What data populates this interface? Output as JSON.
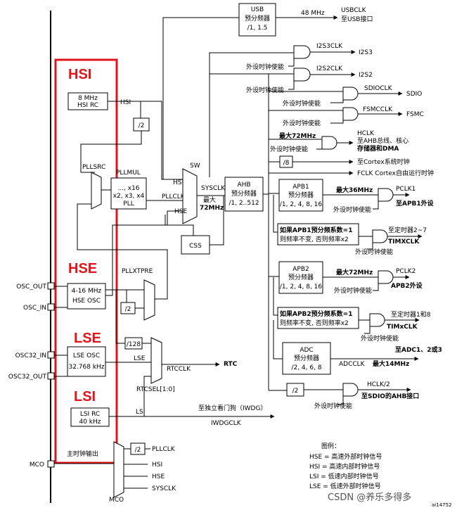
{
  "highlights": {
    "hsi": "HSI",
    "hse": "HSE",
    "lse": "LSE",
    "lsi": "LSI"
  },
  "hsi_rc": {
    "line1": "8 MHz",
    "line2": "HSI RC"
  },
  "hse_osc": {
    "line1": "4-16 MHz",
    "line2": "HSE OSC"
  },
  "lse_osc": {
    "line1": "LSE OSC",
    "line2": "32.768 kHz"
  },
  "lsi_rc": {
    "line1": "LSI RC",
    "line2": "40 kHz"
  },
  "pins": {
    "osc_out": "OSC_OUT",
    "osc_in": "OSC_IN",
    "osc32_in": "OSC32_IN",
    "osc32_out": "OSC32_OUT",
    "mco": "MCO"
  },
  "main_clock_output": "主时钟输出",
  "usb": {
    "line1": "USB",
    "line2": "预分频器",
    "line3": "/1, 1.5",
    "freq": "48 MHz",
    "out": "USBCLK",
    "dest": "至USB接口"
  },
  "i2s3": {
    "label": "I2S3CLK",
    "out": "I2S3"
  },
  "i2s2": {
    "label": "I2S2CLK",
    "out": "I2S2"
  },
  "sdio": {
    "label": "SDIOCLK",
    "out": "SDIO"
  },
  "fsmc": {
    "label": "FSMCCLK",
    "out": "FSMC"
  },
  "peripheral_enable": "外设时钟使能",
  "hclk": {
    "max": "最大72MHz",
    "label": "HCLK",
    "dest1": "至AHB总线、核心",
    "dest2": "存储器和DMA"
  },
  "div8": "/8",
  "cortex": "至Cortex系统时钟",
  "fclk": "FCLK Cortex自由运行时钟",
  "pll": {
    "src": "PLLSRC",
    "mul": "PLLMUL",
    "line1": "..., x16",
    "line2": "x2, x3, x4",
    "line3": "PLL"
  },
  "div2": "/2",
  "div128": "/128",
  "sw": "SW",
  "sysclk": "SYSCLK",
  "sys_max": {
    "line1": "最大",
    "line2": "72MHz"
  },
  "mux_hsi": "HSI",
  "mux_pllclk": "PLLCLK",
  "mux_hse": "HSE",
  "css": "CSS",
  "ahb": {
    "line1": "AHB",
    "line2": "预分频器",
    "line3": "/1, 2..512"
  },
  "apb1": {
    "line1": "APB1",
    "line2": "预分频器",
    "line3": "/1, 2, 4, 8, 16",
    "max": "最大36MHz",
    "out": "PCLK1",
    "dest": "至APB1外设"
  },
  "timer1": {
    "cond1": "如果APB1预分频系数=1",
    "cond2": "则频率不变, 否则频率x2",
    "dest": "至定时器2~7",
    "out": "TIMXCLK"
  },
  "apb2": {
    "line1": "APB2",
    "line2": "预分频器",
    "line3": "/1, 2, 4, 8, 16",
    "max": "最大72MHz",
    "out": "PCLK2",
    "dest": "APB2外设"
  },
  "timer2": {
    "cond1": "如果APB2预分频系数=1",
    "cond2": "则频率不变, 否则频率x2",
    "dest": "至定时器1和8",
    "out": "TIMxCLK"
  },
  "adc": {
    "line1": "ADC",
    "line2": "预分频器",
    "line3": "/2, 4, 6, 8",
    "out": "ADCCLK",
    "max": "最大14MHz",
    "dest": "至ADC1、2或3"
  },
  "sdio_ahb": {
    "label": "HCLK/2",
    "dest": "至SDIO的AHB接口"
  },
  "pllxtpre": "PLLXTPRE",
  "lse_label": "LSE",
  "lsi_label": "LSI",
  "hse_label": "HSE",
  "rtcclk": "RTCCLK",
  "rtc": "RTC",
  "rtcsel": "RTCSEL[1:0]",
  "iwdg": {
    "dest": "至独立看门狗（IWDG）",
    "out": "IWDGCLK"
  },
  "mco_mux": {
    "div2": "/2",
    "pllclk": "PLLCLK",
    "hsi": "HSI",
    "hse": "HSE",
    "sysclk": "SYSCLK"
  },
  "legend": {
    "title": "图例：",
    "hse": "HSE = 高速外部时钟信号",
    "hsi": "HSI = 高速内部时钟信号",
    "lsi": "LSI = 低速内部时钟信号",
    "lse": "LSE = 低速外部时钟信号"
  },
  "watermark": "CSDN @养乐多得多",
  "ref": "ai14752"
}
